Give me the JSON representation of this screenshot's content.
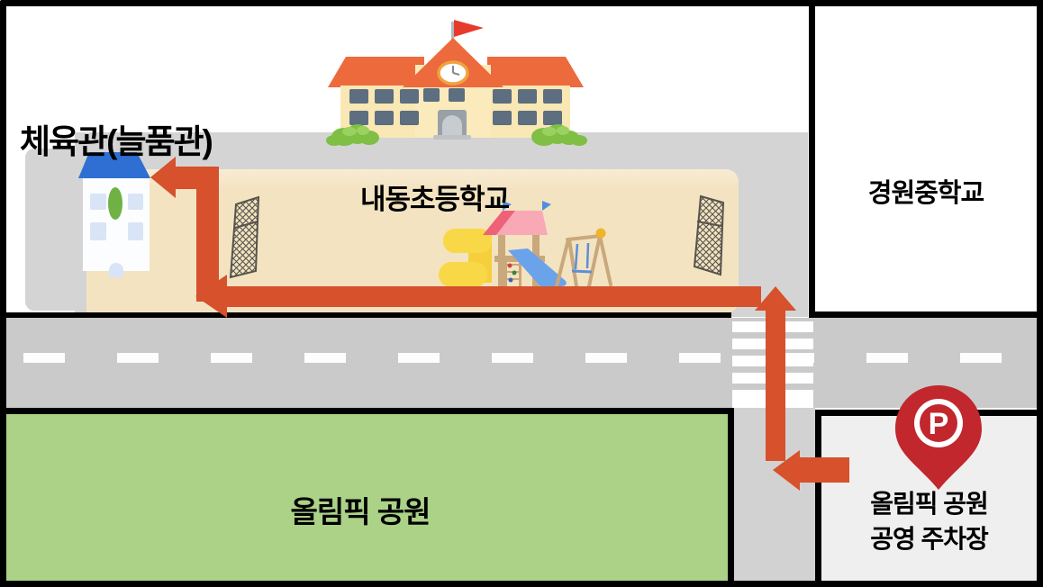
{
  "labels": {
    "gymnasium": "체육관(늘품관)",
    "elementary_school": "내동초등학교",
    "middle_school": "경원중학교",
    "park": "올림픽 공원",
    "parking_line1": "올림픽 공원",
    "parking_line2": "공영 주차장",
    "parking_pin_letter": "P"
  },
  "icons": {
    "parking_pin": "red map-pin with white P parking symbol",
    "school_building": "elementary-school building with orange roof, clock and red flag",
    "gymnasium_building": "small building with blue roof and green door",
    "playground": "playground with yellow tube, pink-roof tower, blue slide and swing",
    "fence_gate": "crosshatch gate fence",
    "route_arrow": "orange route arrow from parking lot to gymnasium"
  },
  "colors": {
    "arrow": "#d6512c",
    "pin": "#c1272d",
    "park": "#abd287",
    "road": "#c9cac9",
    "band": "#d4d4d4",
    "street": "#d2d2d2",
    "yard": "#f3e3c1",
    "parking": "#efefef",
    "frame": "#000000",
    "roofOrange": "#ed6a3d",
    "wallCream": "#f9e7b4",
    "gymRoofBlue": "#2f6fd3"
  }
}
